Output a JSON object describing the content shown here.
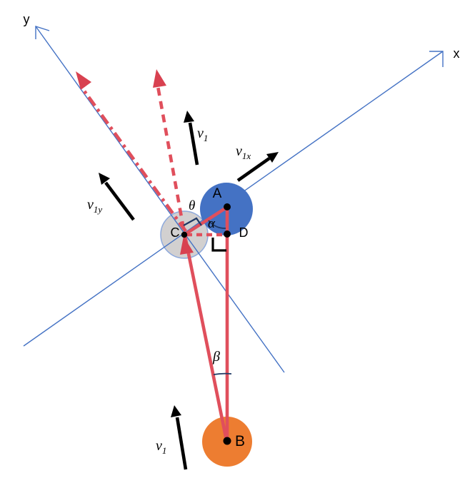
{
  "figure": {
    "axis": {
      "x_label": "x",
      "y_label": "y"
    },
    "balls": {
      "a": "A",
      "b": "B",
      "c": "C",
      "d": "D"
    },
    "angles": {
      "theta": "θ",
      "alpha": "α",
      "beta": "β"
    },
    "vectors": {
      "v1_top": {
        "base": "v",
        "sub": "1"
      },
      "v1x": {
        "base": "v",
        "sub": "1x"
      },
      "v1y": {
        "base": "v",
        "sub": "1y"
      },
      "v1_bottom": {
        "base": "v",
        "sub": "1"
      }
    },
    "colors": {
      "axis_blue": "#4472C4",
      "ball_a": "#4472C4",
      "ball_b": "#ED7D31",
      "ball_c_fill": "#D2D0D0",
      "ball_c_border": "#8FAADC",
      "red": "#E04F5C",
      "red_head": "#D84150",
      "navy": "#1F3864",
      "black": "#000000"
    }
  }
}
